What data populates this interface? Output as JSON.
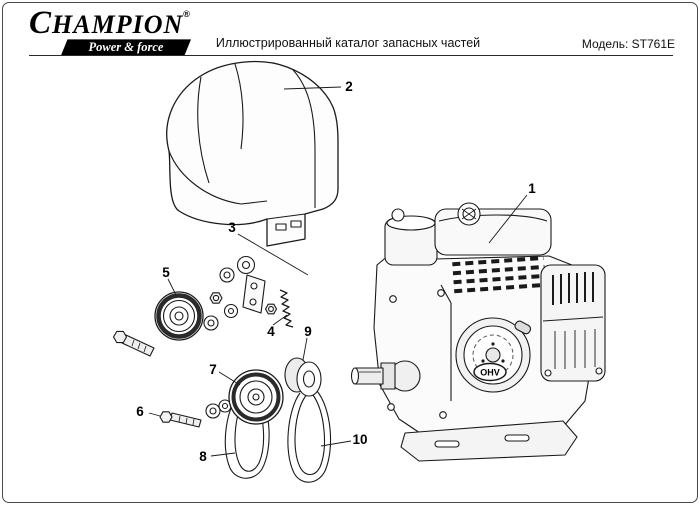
{
  "header": {
    "brand": "CHAMPION",
    "registered_mark": "®",
    "tagline": "Power & force",
    "title": "Иллюстрированный каталог запасных частей",
    "model": "Модель: ST761E"
  },
  "colors": {
    "banner_background": "#000000",
    "line_art": "#1a1a1a",
    "page_background": "#ffffff"
  },
  "diagram": {
    "engine_badge": "OHV",
    "callouts": {
      "c1": "1",
      "c2": "2",
      "c3": "3",
      "c4": "4",
      "c5": "5",
      "c6": "6",
      "c7": "7",
      "c8": "8",
      "c9": "9",
      "c10": "10"
    }
  }
}
